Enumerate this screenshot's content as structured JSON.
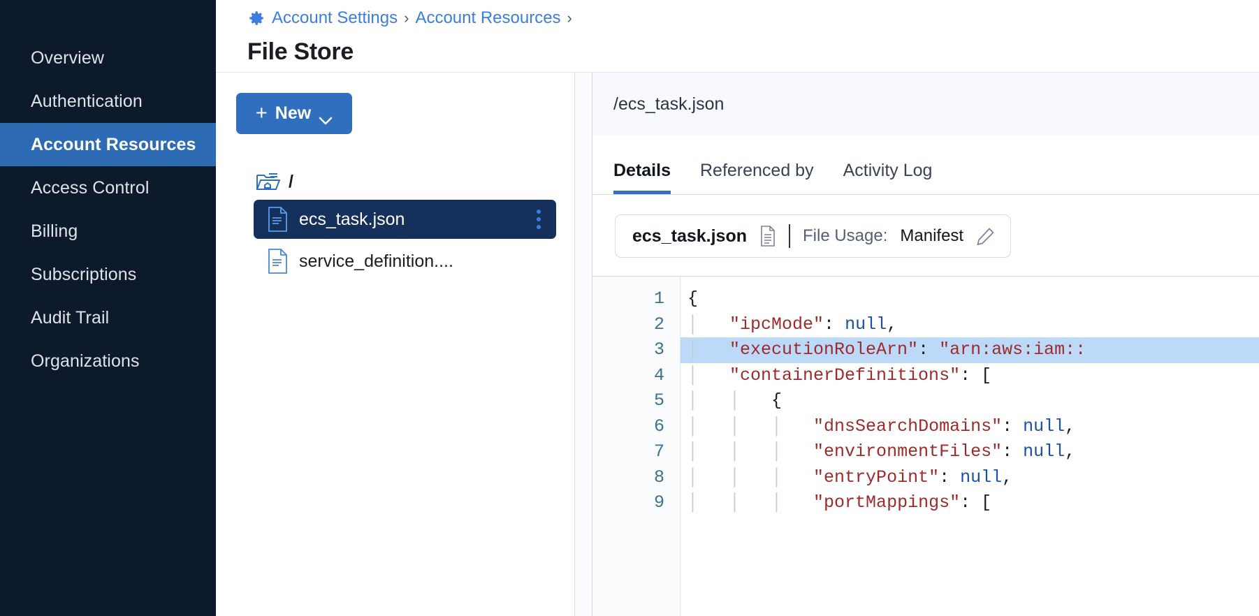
{
  "sidebar": {
    "items": [
      {
        "label": "Overview",
        "active": false
      },
      {
        "label": "Authentication",
        "active": false
      },
      {
        "label": "Account Resources",
        "active": true
      },
      {
        "label": "Access Control",
        "active": false
      },
      {
        "label": "Billing",
        "active": false
      },
      {
        "label": "Subscriptions",
        "active": false
      },
      {
        "label": "Audit Trail",
        "active": false
      },
      {
        "label": "Organizations",
        "active": false
      }
    ]
  },
  "header": {
    "gear_icon": "gear-icon",
    "breadcrumb": [
      {
        "label": "Account Settings"
      },
      {
        "label": "Account Resources"
      }
    ],
    "separator": "›",
    "title": "File Store"
  },
  "tree_panel": {
    "new_button": {
      "plus": "+",
      "label": "New",
      "chevron": "chevron-down-icon"
    },
    "root": {
      "icon": "folder-home-icon",
      "label": "/"
    },
    "files": [
      {
        "icon": "file-icon",
        "name": "ecs_task.json",
        "selected": true,
        "menu": "kebab-menu-icon"
      },
      {
        "icon": "file-icon",
        "name": "service_definition....",
        "selected": false
      }
    ]
  },
  "detail": {
    "path": "/ecs_task.json",
    "tabs": [
      {
        "label": "Details",
        "active": true
      },
      {
        "label": "Referenced by",
        "active": false
      },
      {
        "label": "Activity Log",
        "active": false
      }
    ],
    "usage": {
      "filename": "ecs_task.json",
      "file_icon": "document-icon",
      "label": "File Usage:",
      "value": "Manifest",
      "edit_icon": "pencil-icon"
    },
    "editor": {
      "line_numbers": [
        "1",
        "2",
        "3",
        "4",
        "5",
        "6",
        "7",
        "8",
        "9"
      ],
      "highlighted_line": 3,
      "lines": [
        {
          "n": 1,
          "indent": 0,
          "parts": [
            {
              "t": "pun",
              "s": "{"
            }
          ]
        },
        {
          "n": 2,
          "indent": 1,
          "parts": [
            {
              "t": "key",
              "s": "\"ipcMode\""
            },
            {
              "t": "pun",
              "s": ": "
            },
            {
              "t": "val",
              "s": "null"
            },
            {
              "t": "pun",
              "s": ","
            }
          ]
        },
        {
          "n": 3,
          "indent": 1,
          "parts": [
            {
              "t": "key",
              "s": "\"executionRoleArn\""
            },
            {
              "t": "pun",
              "s": ": "
            },
            {
              "t": "key",
              "s": "\"arn:aws:iam::"
            }
          ]
        },
        {
          "n": 4,
          "indent": 1,
          "parts": [
            {
              "t": "key",
              "s": "\"containerDefinitions\""
            },
            {
              "t": "pun",
              "s": ": ["
            }
          ]
        },
        {
          "n": 5,
          "indent": 2,
          "parts": [
            {
              "t": "pun",
              "s": "{"
            }
          ]
        },
        {
          "n": 6,
          "indent": 3,
          "parts": [
            {
              "t": "key",
              "s": "\"dnsSearchDomains\""
            },
            {
              "t": "pun",
              "s": ": "
            },
            {
              "t": "val",
              "s": "null"
            },
            {
              "t": "pun",
              "s": ","
            }
          ]
        },
        {
          "n": 7,
          "indent": 3,
          "parts": [
            {
              "t": "key",
              "s": "\"environmentFiles\""
            },
            {
              "t": "pun",
              "s": ": "
            },
            {
              "t": "val",
              "s": "null"
            },
            {
              "t": "pun",
              "s": ","
            }
          ]
        },
        {
          "n": 8,
          "indent": 3,
          "parts": [
            {
              "t": "key",
              "s": "\"entryPoint\""
            },
            {
              "t": "pun",
              "s": ": "
            },
            {
              "t": "val",
              "s": "null"
            },
            {
              "t": "pun",
              "s": ","
            }
          ]
        },
        {
          "n": 9,
          "indent": 3,
          "parts": [
            {
              "t": "key",
              "s": "\"portMappings\""
            },
            {
              "t": "pun",
              "s": ": ["
            }
          ]
        }
      ]
    }
  },
  "colors": {
    "sidebar_bg": "#0d1a2b",
    "accent_blue": "#2f6fbd",
    "link_blue": "#3c7de0",
    "selected_file_bg": "#16305c",
    "code_highlight": "#bcd9f7",
    "json_key": "#9e2b2b",
    "json_value": "#1b4fa8"
  }
}
